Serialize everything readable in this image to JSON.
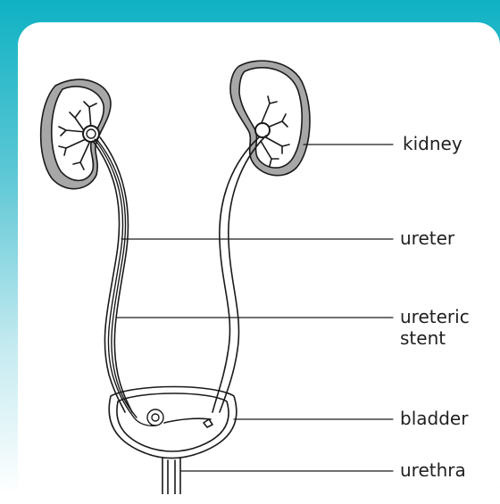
{
  "labels": {
    "kidney": "kidney",
    "ureter": "ureter",
    "ureteric_stent_line1": "ureteric",
    "ureteric_stent_line2": "stent",
    "bladder": "bladder",
    "urethra": "urethra"
  },
  "colors": {
    "frame_top": "#0fb2c4",
    "frame_bottom": "#ffffff",
    "kidney_gray": "#a7a7a7",
    "outline": "#1a1a1a"
  }
}
